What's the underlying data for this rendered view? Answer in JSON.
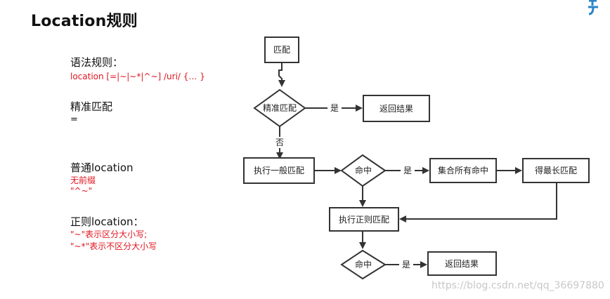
{
  "page": {
    "title": "Location规则"
  },
  "rules": {
    "syntax": {
      "heading": "语法规则：",
      "value": "location [=|~|~*|^~] /uri/ {… }"
    },
    "exact": {
      "heading": "精准匹配",
      "value": "="
    },
    "normal": {
      "heading": "普通location",
      "line1": "无前缀",
      "line2": "\"^~\""
    },
    "regex": {
      "heading": "正则location：",
      "line1": "\"~\"表示区分大小写;",
      "line2": "\"~*\"表示不区分大小写"
    }
  },
  "flowchart": {
    "start": "匹配",
    "decision_exact": "精准匹配",
    "yes_label_1": "是",
    "result_1": "返回结果",
    "no_label": "否",
    "normal_match": "执行一般匹配",
    "decision_hit_1": "命中",
    "yes_label_2": "是",
    "collect_hits": "集合所有命中",
    "longest_match": "得最长匹配",
    "regex_match": "执行正则匹配",
    "decision_hit_2": "命中",
    "yes_label_3": "是",
    "result_2": "返回结果"
  },
  "watermark": "https://blog.csdn.net/qq_36697880"
}
